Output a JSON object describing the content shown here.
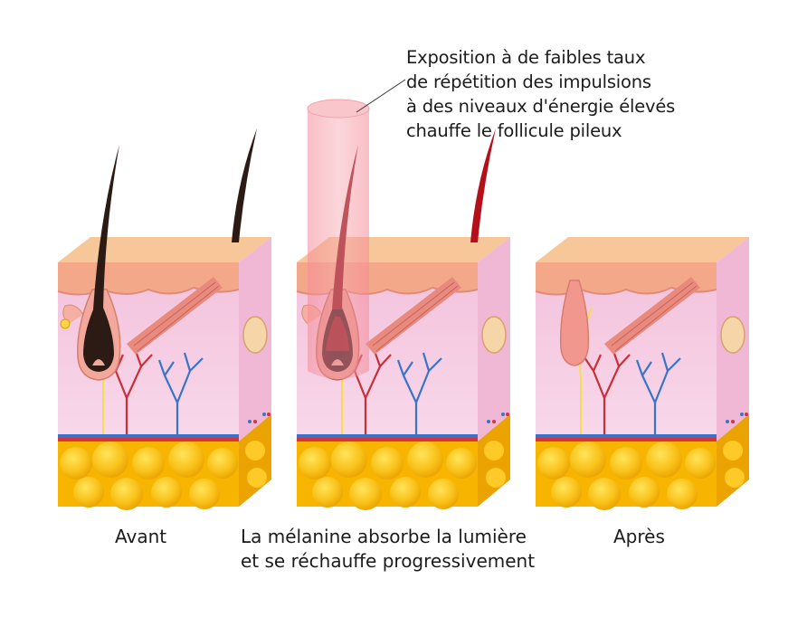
{
  "annotation": {
    "lines": [
      "Exposition à de faibles taux",
      "de répétition des impulsions",
      "à des niveaux d'énergie élevés",
      "chauffe le follicule pileux"
    ]
  },
  "captions": {
    "before": "Avant",
    "middle_line1": "La mélanine absorbe la lumière",
    "middle_line2": "et se réchauffe progressivement",
    "after": "Après"
  },
  "colors": {
    "fat": "#f7b500",
    "fat_light": "#ffd23a",
    "dermis": "#f6cde4",
    "epidermis_top": "#f7c79a",
    "epidermis_front": "#f3a989",
    "hair_dark": "#2b1b14",
    "hair_heated": "#b5101a",
    "follicle_after": "#f2978e",
    "laser_beam": "#f48a96",
    "artery": "#d8323a",
    "vein": "#3b73c8",
    "nerve": "#f4dd4a"
  }
}
